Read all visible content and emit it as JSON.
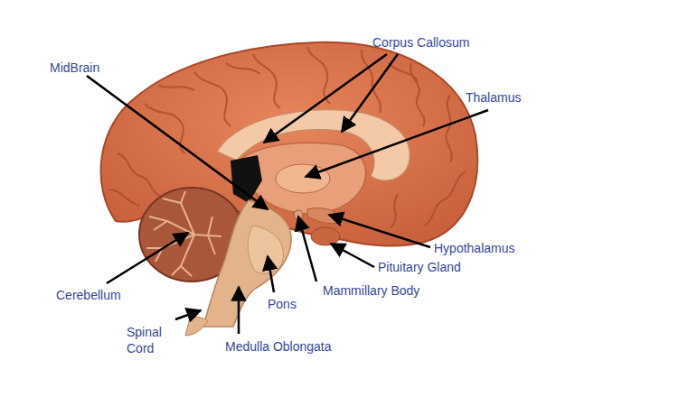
{
  "diagram": {
    "labels": [
      "Corpus Callosum",
      "MidBrain",
      "Thalamus",
      "Hypothalamus",
      "Pituitary Gland",
      "Cerebellum",
      "Mammillary Body",
      "Pons",
      "Spinal Cord",
      "Medulla Oblongata"
    ]
  }
}
